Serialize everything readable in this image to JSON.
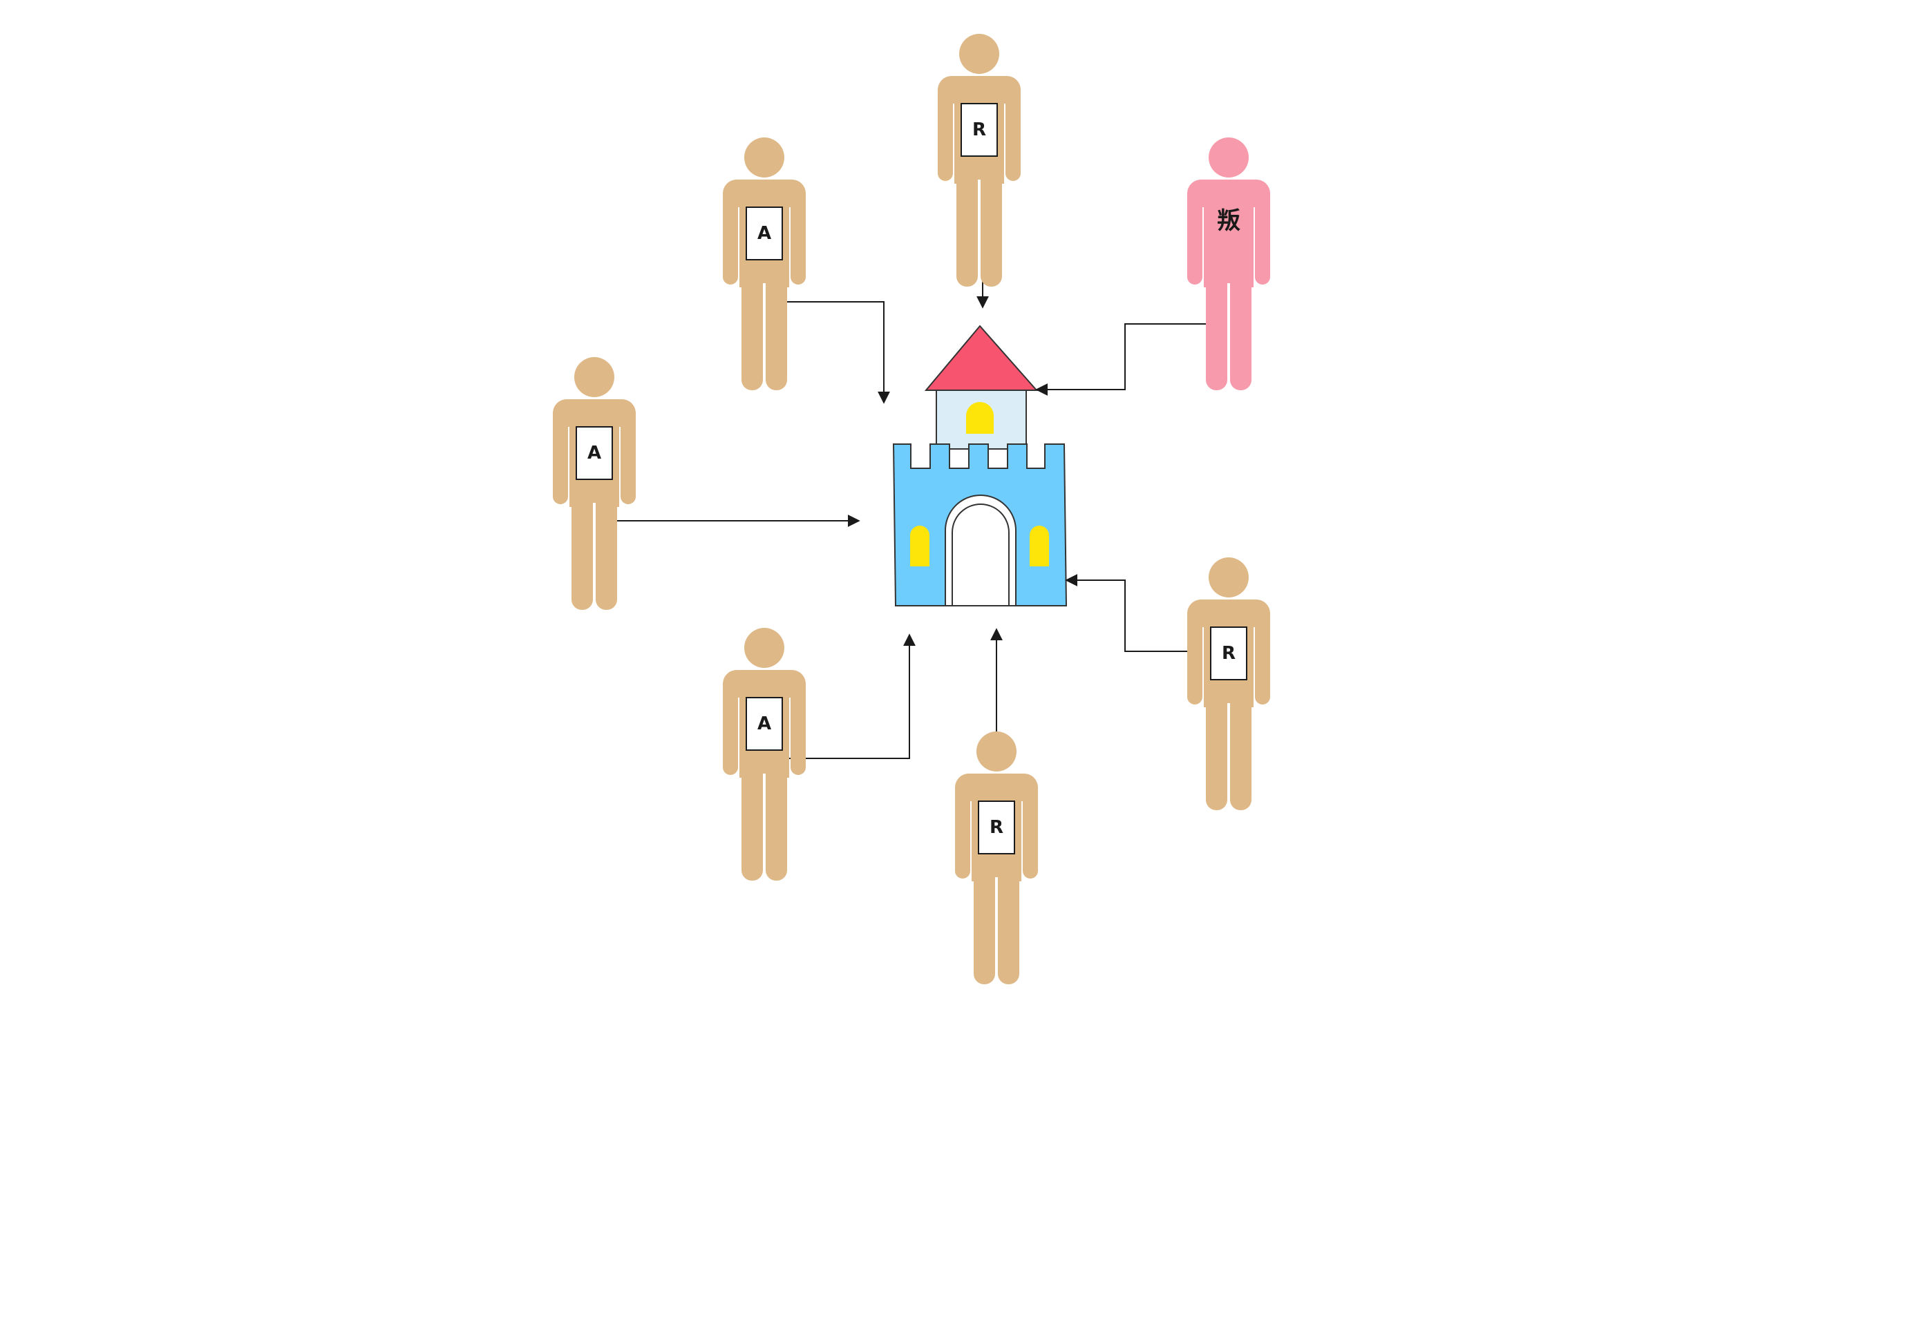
{
  "colors": {
    "person_default": "#deb887",
    "person_highlight": "#f79aab",
    "roof": "#f7546f",
    "tower": "#dbeef8",
    "castle": "#6fcdfd",
    "window": "#fde50a",
    "door": "#ffffff",
    "line": "#1a1a1a"
  },
  "castle": {
    "name": "castle-icon"
  },
  "people": [
    {
      "id": "top",
      "label": "R",
      "color": "person_default"
    },
    {
      "id": "upper-left",
      "label": "A",
      "color": "person_default"
    },
    {
      "id": "left",
      "label": "A",
      "color": "person_default"
    },
    {
      "id": "lower-left",
      "label": "A",
      "color": "person_default"
    },
    {
      "id": "bottom",
      "label": "R",
      "color": "person_default"
    },
    {
      "id": "lower-right",
      "label": "R",
      "color": "person_default"
    },
    {
      "id": "upper-right",
      "label": "叛",
      "color": "person_highlight"
    }
  ],
  "connections": [
    {
      "from": "top",
      "to": "castle"
    },
    {
      "from": "upper-left",
      "to": "castle"
    },
    {
      "from": "left",
      "to": "castle"
    },
    {
      "from": "lower-left",
      "to": "castle"
    },
    {
      "from": "bottom",
      "to": "castle"
    },
    {
      "from": "lower-right",
      "to": "castle"
    },
    {
      "from": "upper-right",
      "to": "castle"
    }
  ]
}
